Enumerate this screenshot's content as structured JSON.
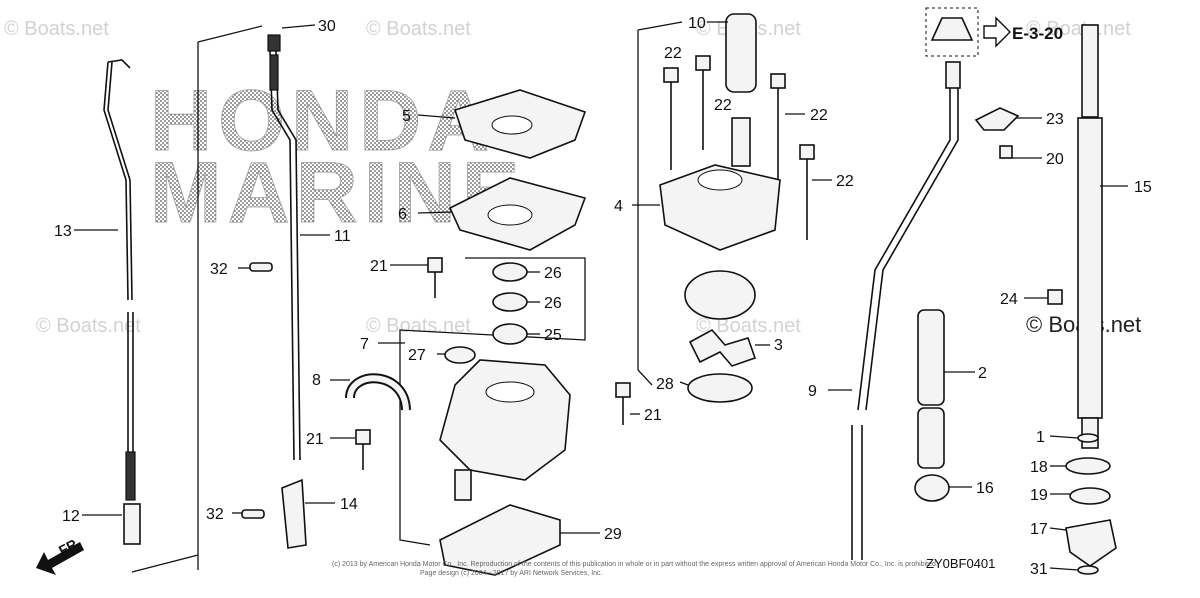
{
  "watermark": {
    "text": "© Boats.net",
    "brand_line_1": "HONDA",
    "brand_line_2": "MARINE"
  },
  "reference": {
    "label": "E-3-20"
  },
  "diagram_code": "ZY0BF0401",
  "direction_marker": "FR.",
  "copyright_lines": [
    "(c) 2013 by American Honda Motor Co., Inc. Reproduction of the contents of this publication in whole or in part without the express written approval of American Honda Motor Co., Inc. is prohibited.",
    "Page design (c) 2004 - 2017 by ARI Network Services, Inc."
  ],
  "callouts": {
    "c1": "1",
    "c2": "2",
    "c3": "3",
    "c4": "4",
    "c5": "5",
    "c6": "6",
    "c7": "7",
    "c8": "8",
    "c9": "9",
    "c10": "10",
    "c11": "11",
    "c12": "12",
    "c13": "13",
    "c14": "14",
    "c15": "15",
    "c16": "16",
    "c17": "17",
    "c18": "18",
    "c19": "19",
    "c20": "20",
    "c21a": "21",
    "c21b": "21",
    "c21c": "21",
    "c22a": "22",
    "c22b": "22",
    "c22c": "22",
    "c22d": "22",
    "c23": "23",
    "c24": "24",
    "c25": "25",
    "c26a": "26",
    "c26b": "26",
    "c27": "27",
    "c28": "28",
    "c29": "29",
    "c30": "30",
    "c31": "31",
    "c32a": "32",
    "c32b": "32"
  }
}
